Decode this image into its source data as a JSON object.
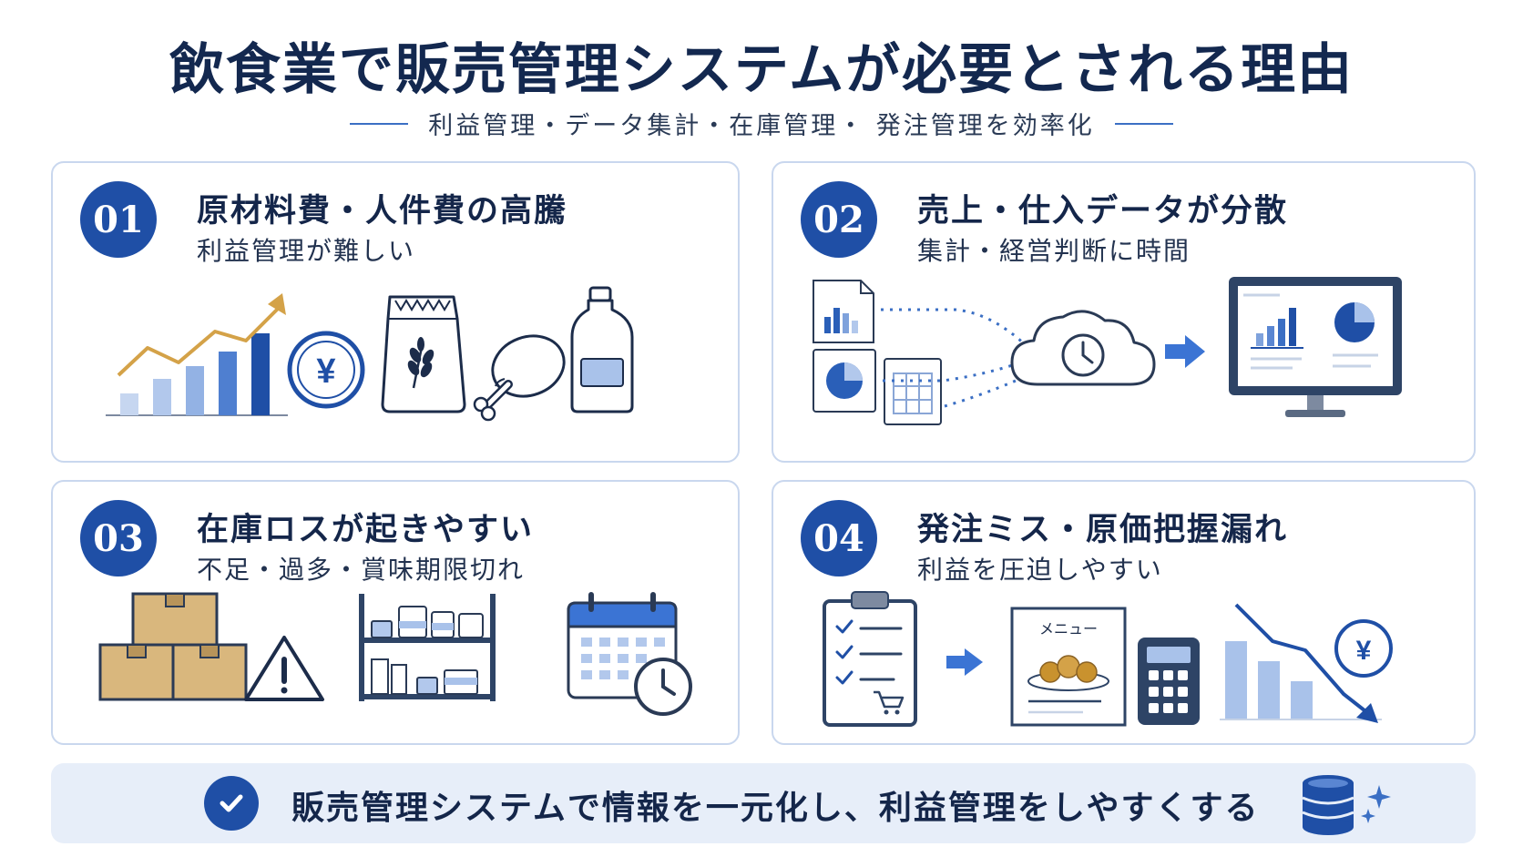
{
  "title": "飲食業で販売管理システムが必要とされる理由",
  "subtitle": "利益管理・データ集計・在庫管理・ 発注管理を効率化",
  "cards": [
    {
      "number": "01",
      "heading": "原材料費・人件費の高騰",
      "sub": "利益管理が難しい"
    },
    {
      "number": "02",
      "heading": "売上・仕入データが分散",
      "sub": "集計・経営判断に時間"
    },
    {
      "number": "03",
      "heading": "在庫ロスが起きやすい",
      "sub": "不足・過多・賞味期限切れ"
    },
    {
      "number": "04",
      "heading": "発注ミス・原価把握漏れ",
      "sub": "利益を圧迫しやすい"
    }
  ],
  "illustration_labels": {
    "yen": "¥",
    "menu": "メニュー"
  },
  "banner": {
    "text": "販売管理システムで情報を一元化し、利益管理をしやすくする"
  },
  "colors": {
    "primary": "#1f4fa6",
    "navy": "#13284f",
    "light_blue": "#a9c2ea",
    "gold": "#d4a248",
    "box": "#d9b77d",
    "panel": "#e7eef9"
  },
  "icons": [
    "rising-chart-icon",
    "yen-coin-icon",
    "grain-bag-icon",
    "chicken-leg-icon",
    "bottle-icon",
    "report-doc-icon",
    "pie-doc-icon",
    "spreadsheet-icon",
    "cloud-clock-icon",
    "arrow-right-icon",
    "monitor-dashboard-icon",
    "cardboard-boxes-icon",
    "warning-icon",
    "shelf-icon",
    "calendar-clock-icon",
    "clipboard-checklist-icon",
    "menu-card-icon",
    "calculator-icon",
    "falling-chart-icon",
    "check-icon",
    "database-icon",
    "sparkle-icon"
  ]
}
